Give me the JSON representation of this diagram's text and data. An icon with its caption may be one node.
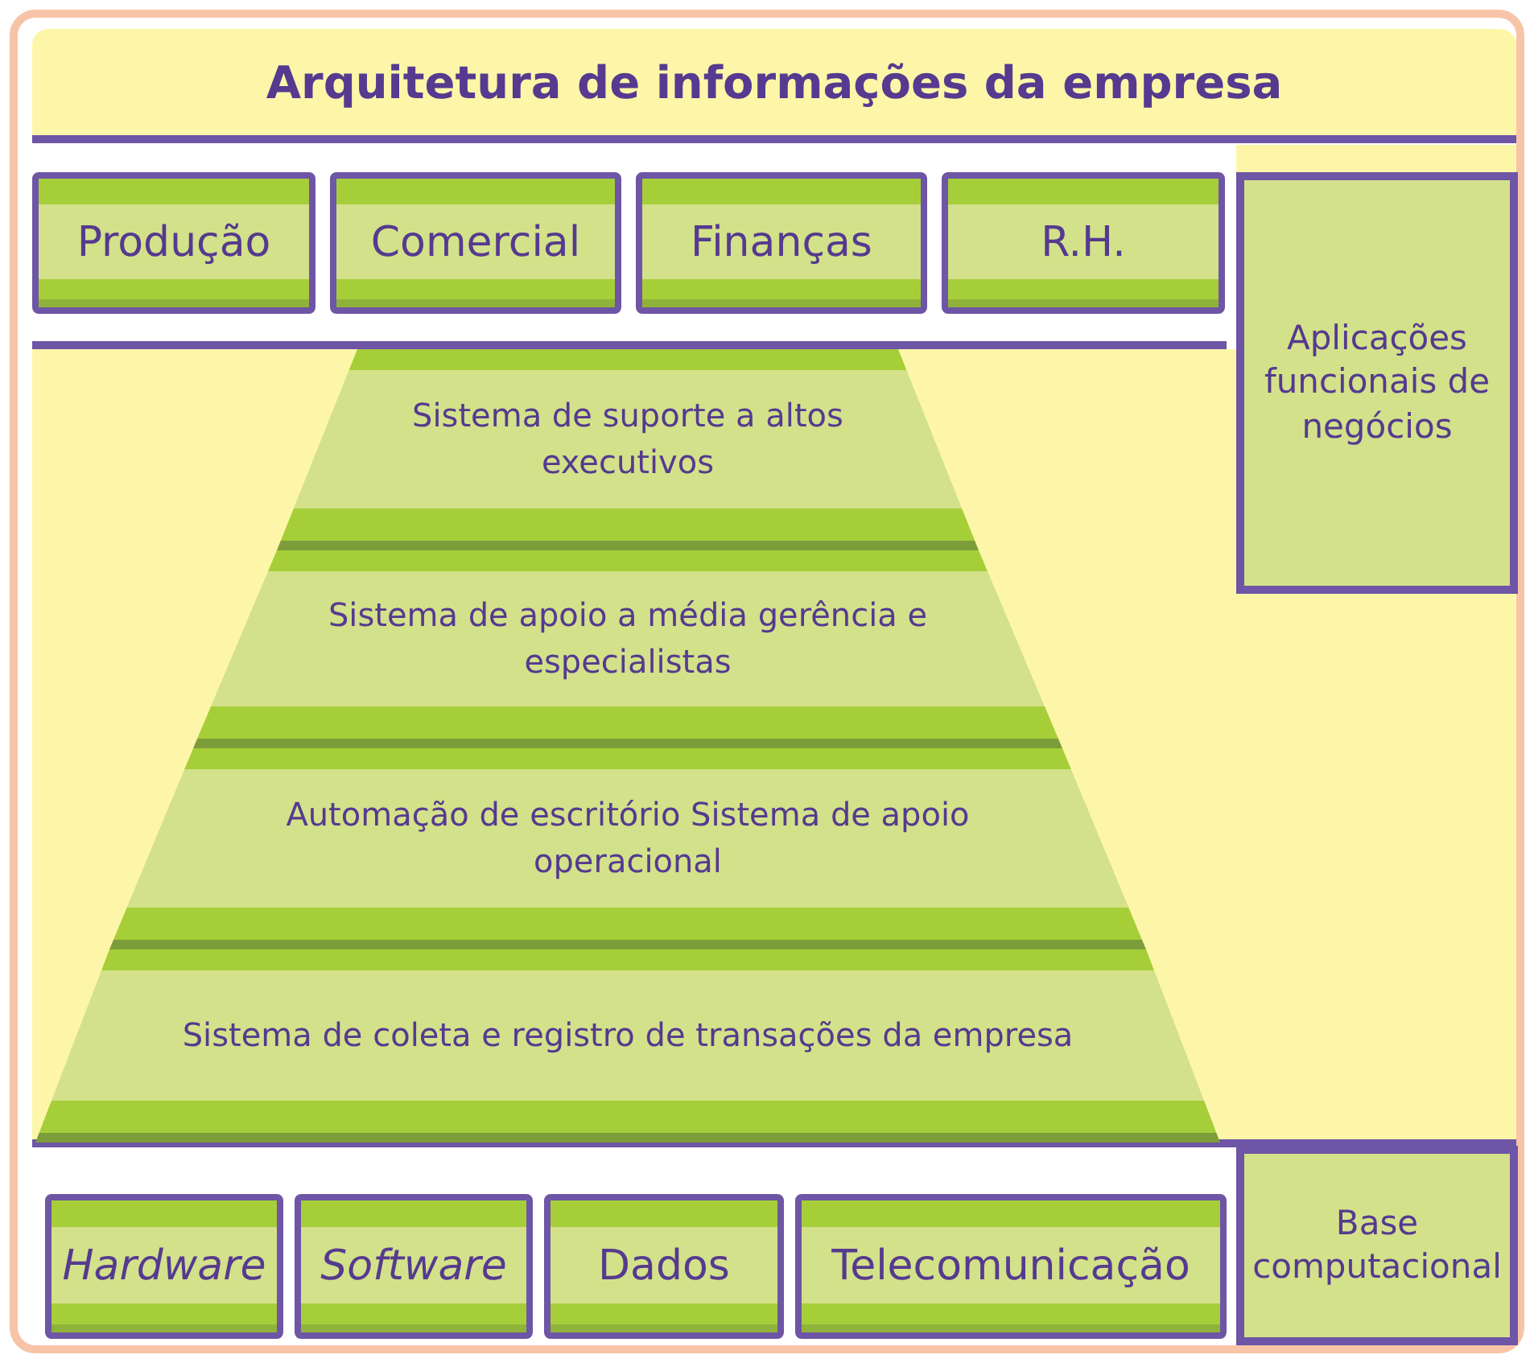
{
  "diagram": {
    "title": "Arquitetura de informações da empresa",
    "nodes": [
      {
        "text": [
          "Produção"
        ]
      },
      {
        "text": [
          "Comercial"
        ]
      },
      {
        "text": [
          "Finanças"
        ]
      },
      {
        "text": [
          "R.H."
        ]
      },
      {
        "text": [
          "Aplicações funcionais de negócios"
        ]
      },
      {
        "text": [
          "Sistema de suporte a altos executivos"
        ]
      },
      {
        "text": [
          "Sistema de apoio a média gerência e especialistas"
        ]
      },
      {
        "text": [
          "Automação de escritório Sistema de apoio operacional"
        ]
      },
      {
        "text": [
          "Sistema de coleta e registro de transações da empresa"
        ]
      },
      {
        "text": [
          "Hardware"
        ]
      },
      {
        "text": [
          "Software"
        ]
      },
      {
        "text": [
          "Dados"
        ]
      },
      {
        "text": [
          "Telecomunicação"
        ]
      },
      {
        "text": [
          "Base computacional"
        ]
      }
    ],
    "edges": []
  }
}
